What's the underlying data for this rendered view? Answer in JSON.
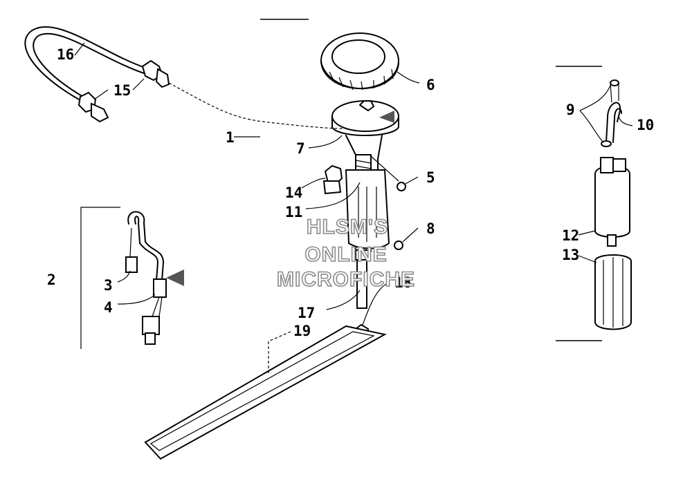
{
  "diagram": {
    "callouts": {
      "c1": "1",
      "c2": "2",
      "c3": "3",
      "c4": "4",
      "c5": "5",
      "c6": "6",
      "c7": "7",
      "c8": "8",
      "c9": "9",
      "c10": "10",
      "c11": "11",
      "c12": "12",
      "c13": "13",
      "c14": "14",
      "c15": "15",
      "c16": "16",
      "c17": "17",
      "c18": "18",
      "c19": "19"
    },
    "watermark": {
      "line1": "HLSM'S",
      "line2": "ONLINE",
      "line3": "MICROFICHE"
    }
  }
}
